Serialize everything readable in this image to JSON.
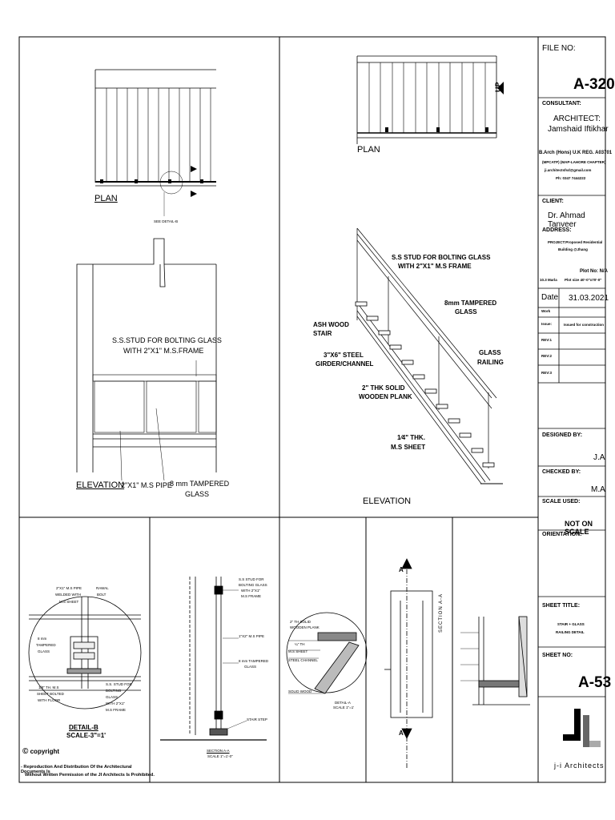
{
  "title_block": {
    "file_no_label": "FILE NO:",
    "file_no": "A-320",
    "consultant_label": "CONSULTANT:",
    "architect_label": "ARCHITECT:",
    "architect_name": "Jamshaid Iftikhar",
    "credentials_1": "B.Arch (Hons) U.K   REG. A03701",
    "credentials_2": "(MPCATP) (MAP-LAHORE CHAPTER)",
    "email": "ji.architectsfsd@gmail.com",
    "phone": "Ph: 0347 7444222",
    "client_label": "CLIENT:",
    "client_name": "Dr. Ahmad Tanveer",
    "address_label": "ADDRESS:",
    "project_line_1": "PROJECT:Proposed Residential",
    "project_line_2": "Building @Jhang",
    "plot_no": "Plot No: N/A",
    "marla": "10.3 Marla",
    "plot_size": "Plot size 40'-0\"x70'-0\"",
    "date_label": "Date",
    "date_value": "31.03.2021",
    "work_label": "Work",
    "issue_label": "Issue:",
    "issue_value": "Issued for construction",
    "rev1": "REV:1",
    "rev2": "REV:2",
    "rev3": "REV:3",
    "designed_label": "DESIGNED BY:",
    "designed_value": "J.A",
    "checked_label": "CHECKED BY:",
    "checked_value": "M.A",
    "scale_label": "SCALE USED:",
    "scale_value": "NOT ON SCALE",
    "orientation_label": "ORIENTATION:",
    "sheet_title_label": "SHEET TITLE:",
    "sheet_title_1": "STAIR + GLASS",
    "sheet_title_2": "RAILING DETAIL",
    "sheet_no_label": "SHEET NO:",
    "sheet_no": "A-53",
    "logo_text": "j-i Architects"
  },
  "left_top": {
    "plan_label": "PLAN",
    "see_detail": "SEE DETAIL-B",
    "stud_label_1": "S.S.STUD FOR BOLTING GLASS",
    "stud_label_2": "WITH 2\"X1\" M.S.FRAME",
    "elevation_label": "ELEVATION",
    "pipe_label": "2\"X1\" M.S PIPE",
    "glass_label_1": "8 mm TAMPERED",
    "glass_label_2": "GLASS"
  },
  "right_top": {
    "plan_label": "PLAN",
    "up_label": "UP",
    "stud_label_1": "S.S STUD FOR BOLTING GLASS",
    "stud_label_2": "WITH 2\"X1\" M.S FRAME",
    "tampered_1": "8mm TAMPERED",
    "tampered_2": "GLASS",
    "ashwood_1": "ASH WOOD",
    "ashwood_2": "STAIR",
    "glass_railing_1": "GLASS",
    "glass_railing_2": "RAILING",
    "girder_1": "3\"X6\" STEEL",
    "girder_2": "GIRDER/CHANNEL",
    "plank_1": "2\" THK SOLID",
    "plank_2": "WOODEN PLANK",
    "sheet_1": "1⁄4\" THK.",
    "sheet_2": "M.S SHEET",
    "elevation_label": "ELEVATION"
  },
  "bottom": {
    "detail_pipe_1": "2\"X1\" M.S PIPE",
    "detail_pipe_2": "WELDED WITH",
    "detail_pipe_3": "M.S SHEET",
    "rawal_1": "RAWAL",
    "rawal_2": "BOLT",
    "tamp_1": "8 mm",
    "tamp_2": "TAMPERED",
    "tamp_3": "GLASS",
    "sheet_bolted_1": "1/8\" TH. M.S",
    "sheet_bolted_2": "SHEET BOLTED",
    "sheet_bolted_3": "WITH FLOOR",
    "stud_1": "S.S. STUD FOR",
    "stud_2": "BOLTING",
    "stud_3": "GLASS",
    "stud_4": "WITH 2\"X1\"",
    "stud_5": "M.S FRAME",
    "detail_title": "DETAIL-B",
    "detail_scale": "SCALE-3\"=1'",
    "copyright": "copyright",
    "notice_1": "- Reproduction And Distribution Of the Architectural Documents Is",
    "notice_2": "Without Written Permission of the JI Architects Is Prohibited.",
    "sec_stud_1": "S.S STUD FOR",
    "sec_stud_2": "BOLTING GLASS",
    "sec_stud_3": "WITH 2\"X1\"",
    "sec_stud_4": "M.S FRAME",
    "sec_pipe": "1\"X2\" M.S PIPE",
    "sec_glass_1": "8 mm TAMPERED",
    "sec_glass_2": "GLASS",
    "sec_stair_step": "STAIR STEP",
    "section_aa": "SECTION A-A",
    "section_scale": "SCALE 1\"=1'-0\"",
    "d_plank_1": "2\" TH SOLID",
    "d_plank_2": "WOODEN PLANK",
    "d_plate": "¼\" TH",
    "d_ms_sheet": "M.S SHEET",
    "d_steel": "STEEL CHANNEL",
    "d_solid": "SOLID WOOD",
    "d_detail_1": "DETAIL-A",
    "d_detail_2": "SCALE 1\"=1'",
    "a_top": "A",
    "a_bottom": "A",
    "section_vert": "SECTION A-A"
  }
}
